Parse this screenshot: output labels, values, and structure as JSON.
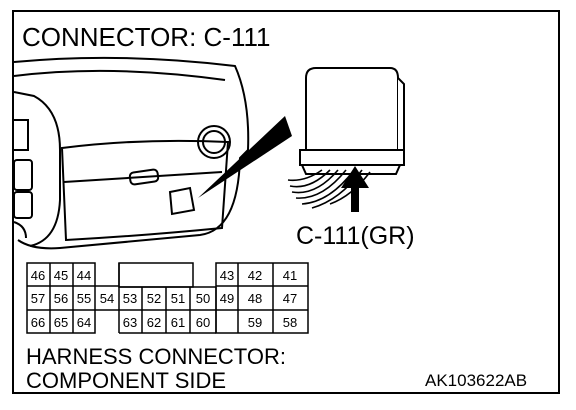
{
  "title": "CONNECTOR: C-111",
  "connector_label": "C-111(GR)",
  "caption_line1": "HARNESS CONNECTOR:",
  "caption_line2": "COMPONENT SIDE",
  "diagram_code": "AK103622AB",
  "pins": {
    "p46": "46",
    "p45": "45",
    "p44": "44",
    "p43": "43",
    "p42": "42",
    "p41": "41",
    "p57": "57",
    "p56": "56",
    "p55": "55",
    "p54": "54",
    "p53": "53",
    "p52": "52",
    "p51": "51",
    "p50": "50",
    "p49": "49",
    "p48": "48",
    "p47": "47",
    "p66": "66",
    "p65": "65",
    "p64": "64",
    "p63": "63",
    "p62": "62",
    "p61": "61",
    "p60": "60",
    "p59": "59",
    "p58": "58"
  }
}
